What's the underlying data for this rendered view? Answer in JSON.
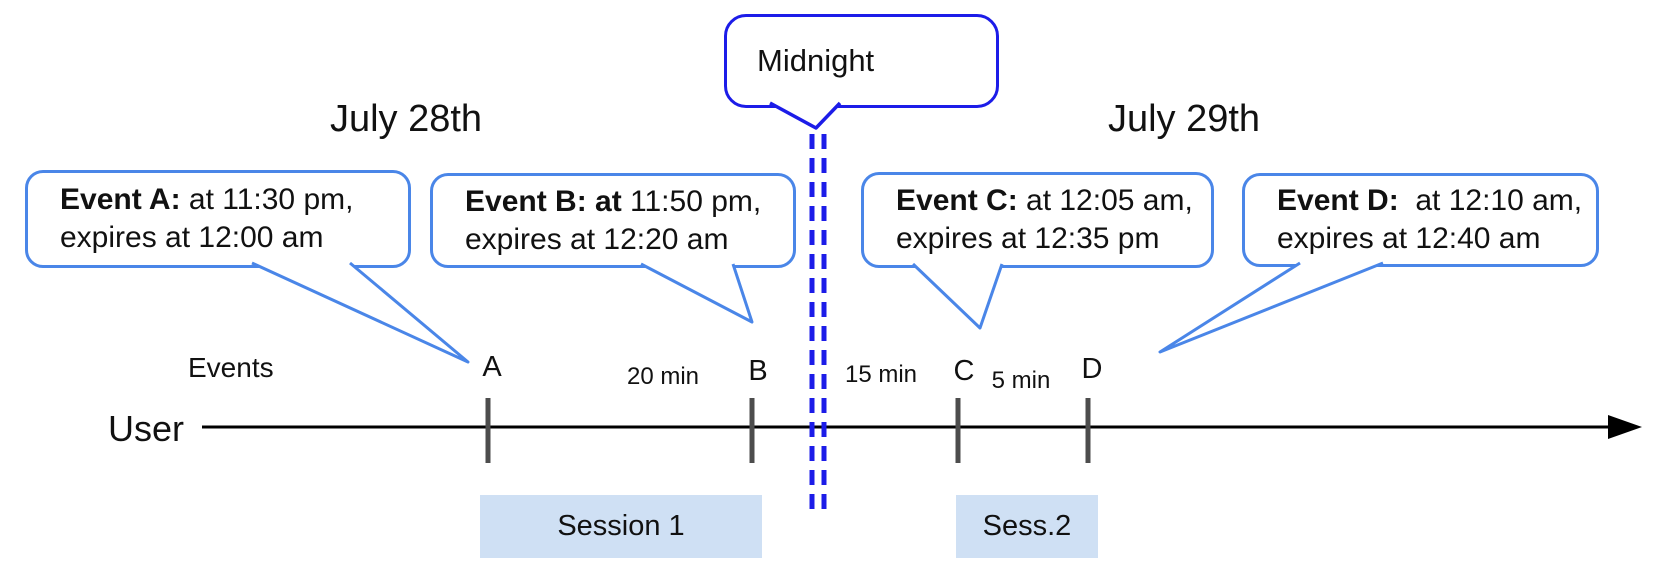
{
  "dates": {
    "left": "July 28th",
    "right": "July 29th"
  },
  "midnight": {
    "label": "Midnight"
  },
  "axis": {
    "events_label": "Events",
    "user_label": "User"
  },
  "events": [
    {
      "bold": "Event A:",
      "rest": " at 11:30 pm,",
      "line2": "expires at 12:00 am"
    },
    {
      "bold": "Event B: at",
      "rest": " 11:50 pm,",
      "line2": "expires at 12:20 am"
    },
    {
      "bold": "Event C:",
      "rest": " at 12:05 am,",
      "line2": "expires at 12:35 pm"
    },
    {
      "bold": "Event D:",
      "rest": "  at 12:10 am,",
      "line2": "expires at 12:40 am"
    }
  ],
  "ticks": [
    "A",
    "B",
    "C",
    "D"
  ],
  "intervals": [
    "20 min",
    "15 min",
    "5 min"
  ],
  "sessions": [
    "Session 1",
    "Sess.2"
  ],
  "colors": {
    "event_bubble_border": "#4a86e8",
    "midnight_accent": "#1c1ce8",
    "session_fill": "#cfe0f4",
    "tick_color": "#4d4d4d",
    "timeline_color": "#000000"
  }
}
